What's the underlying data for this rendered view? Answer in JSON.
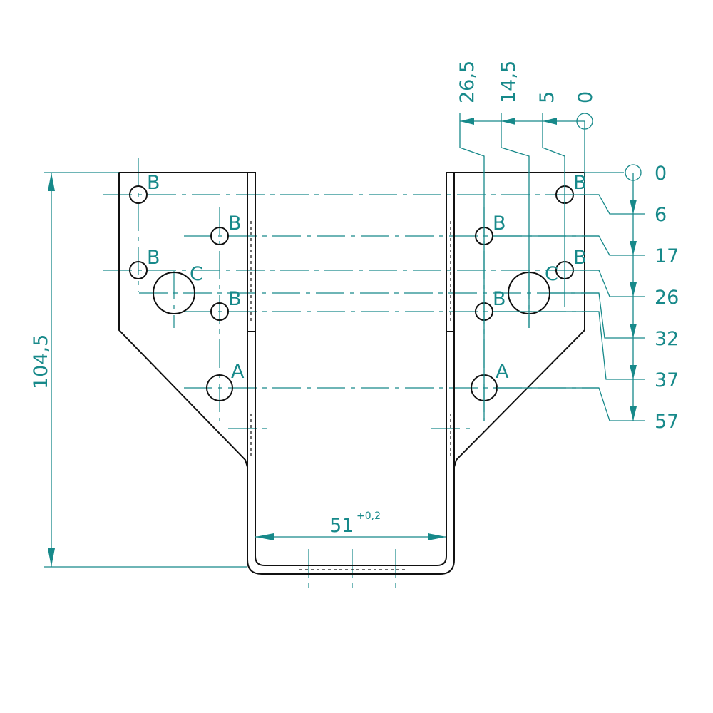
{
  "colors": {
    "dimension": "#17898a",
    "outline": "#111111"
  },
  "hole_labels": {
    "b": "B",
    "c": "C",
    "a": "A"
  },
  "vertical_chain": [
    "0",
    "6",
    "17",
    "26",
    "32",
    "37",
    "57"
  ],
  "horizontal_chain": [
    "26,5",
    "14,5",
    "5",
    "0"
  ],
  "overall_height": "104,5",
  "width": {
    "value": "51",
    "tolerance": "+0,2"
  }
}
